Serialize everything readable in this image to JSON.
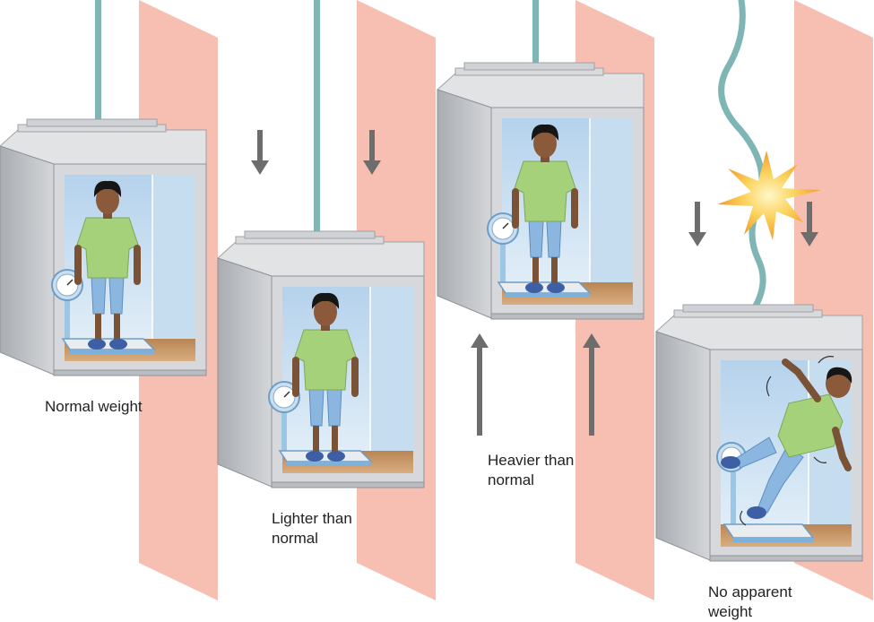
{
  "figure": {
    "panels": [
      {
        "id": "normal",
        "caption_lines": [
          "Normal weight"
        ],
        "motion": "at rest",
        "rope": "intact"
      },
      {
        "id": "lighter",
        "caption_lines": [
          "Lighter than",
          "normal"
        ],
        "motion": "down",
        "rope": "intact"
      },
      {
        "id": "heavier",
        "caption_lines": [
          "Heavier than",
          "normal"
        ],
        "motion": "up",
        "rope": "intact"
      },
      {
        "id": "no-apparent",
        "caption_lines": [
          "No apparent",
          "weight"
        ],
        "motion": "down (free fall)",
        "rope": "snapped"
      }
    ],
    "colors": {
      "shaft": "#f7bfb2",
      "cab_outer": "#d3d5d8",
      "cab_interior": "#cfe4f3",
      "floor": "#c89a6e",
      "rope": "#7fb6b5",
      "arrow": "#6d6d6d",
      "shirt": "#a6d17b",
      "shorts": "#8ab6e0",
      "scale": "#9cc6e6",
      "spark": "#f6b13c"
    },
    "icons": [
      "elevator-cab",
      "person",
      "bathroom-scale",
      "dial-gauge",
      "rope",
      "motion-arrow",
      "snap-spark"
    ]
  }
}
